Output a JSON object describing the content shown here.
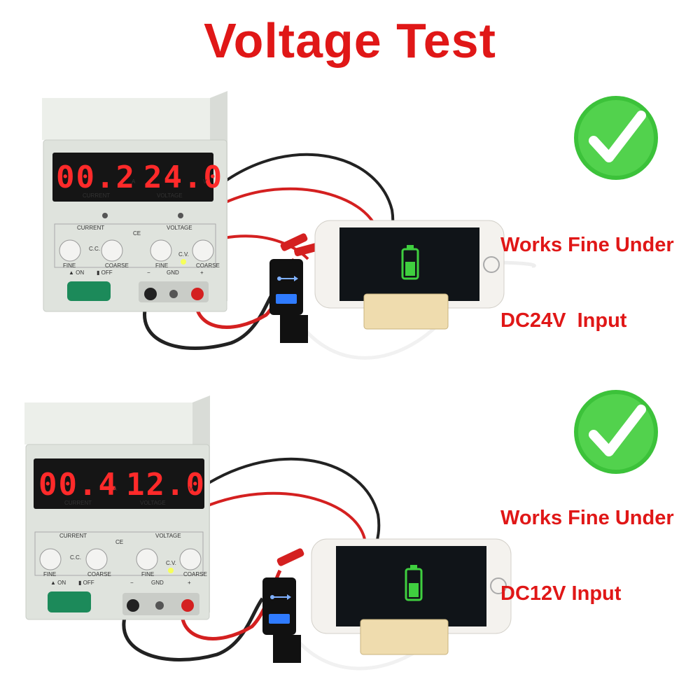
{
  "title": "Voltage Test",
  "panels": [
    {
      "current_reading": "00.2",
      "voltage_reading": "24.0",
      "caption_line1": "Works Fine Under",
      "caption_line2": "DC24V  Input"
    },
    {
      "current_reading": "00.4",
      "voltage_reading": "12.0",
      "caption_line1": "Works Fine Under",
      "caption_line2": "DC12V Input"
    }
  ],
  "psu_labels": {
    "current": "CURRENT",
    "voltage": "VOLTAGE",
    "unit_a": "A",
    "unit_v": "V",
    "ce": "CE",
    "fine": "FINE",
    "coarse": "COARSE",
    "cc": "C.C.",
    "cv": "C.V.",
    "on": "▲ ON",
    "off": "▮ OFF",
    "minus": "−",
    "gnd": "GND",
    "plus": "+"
  },
  "colors": {
    "title": "#e01717",
    "check_green": "#3cc23a",
    "display_red": "#ff2a2a",
    "usb_blue": "#2f7bff"
  },
  "icons": [
    "check-icon",
    "battery-icon",
    "usb-icon"
  ]
}
